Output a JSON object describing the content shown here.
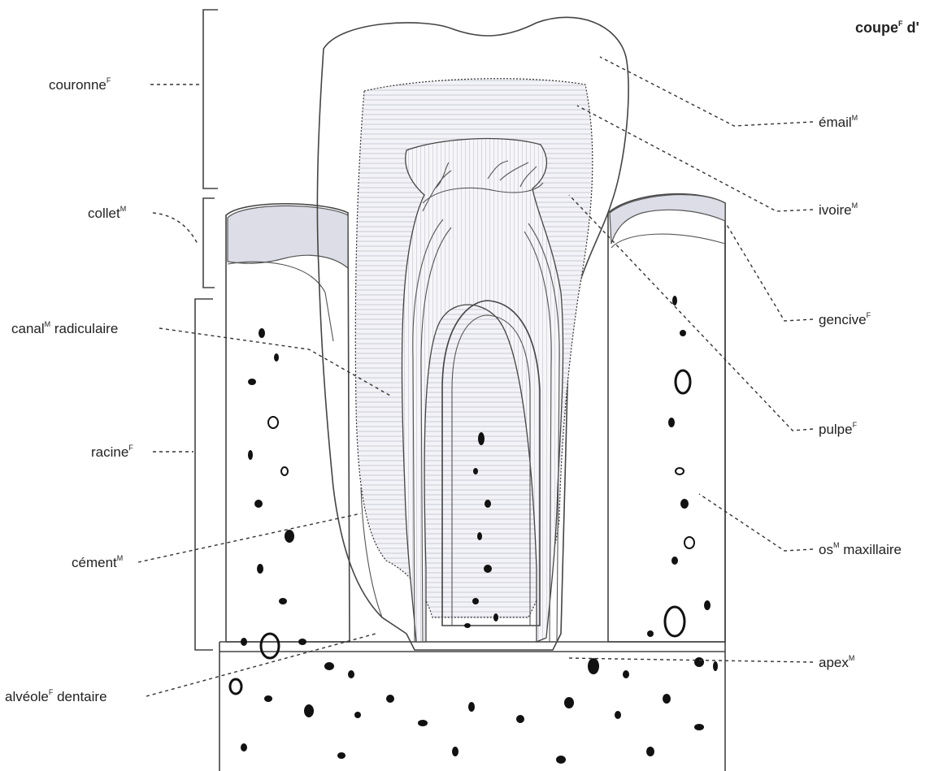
{
  "title": "coupe d'",
  "title_sup": "F",
  "labels": {
    "couronne": {
      "text": "couronne",
      "sup": "F"
    },
    "collet": {
      "text": "collet",
      "sup": "M"
    },
    "canal": {
      "text": "canal",
      "sup": "M",
      "text2": " radiculaire"
    },
    "racine": {
      "text": "racine",
      "sup": "F"
    },
    "cement": {
      "text": "cément",
      "sup": "M"
    },
    "alveole": {
      "text": "alvéole",
      "sup": "F",
      "text2": " dentaire"
    },
    "email": {
      "text": "émail",
      "sup": "M"
    },
    "ivoire": {
      "text": "ivoire",
      "sup": "M"
    },
    "gencive": {
      "text": "gencive",
      "sup": "F"
    },
    "pulpe": {
      "text": "pulpe",
      "sup": "F"
    },
    "os": {
      "text": "os",
      "sup": "M",
      "text2": " maxillaire"
    },
    "apex": {
      "text": "apex",
      "sup": "M"
    }
  },
  "colors": {
    "line": "#444444",
    "gum": "#dcdde6",
    "dentin": "#eeeef3",
    "bone_spot": "#111111"
  }
}
